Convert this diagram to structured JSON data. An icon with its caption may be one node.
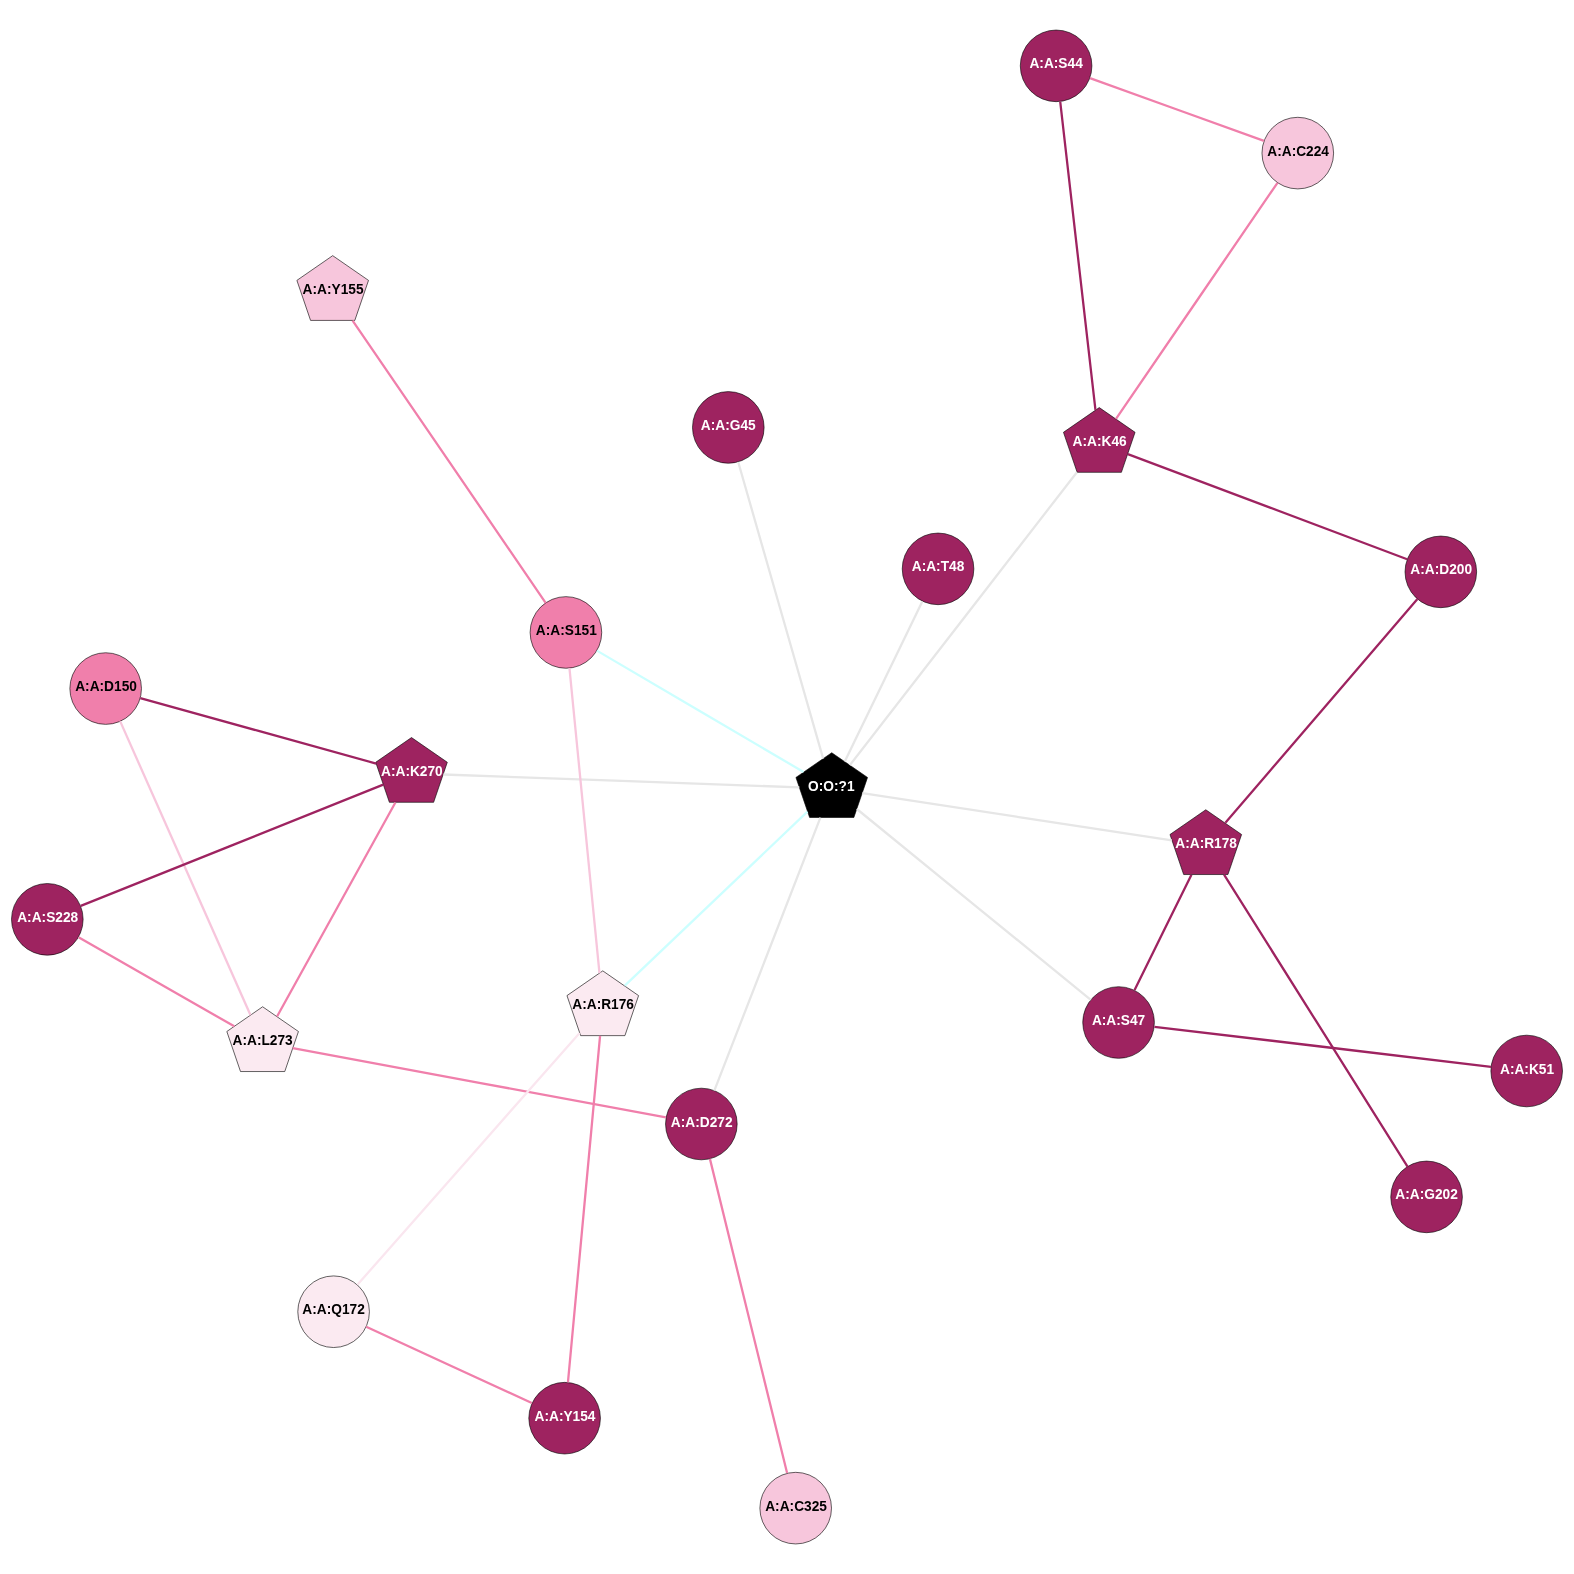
{
  "diagram": {
    "nodes": [
      {
        "text": [
          "A:A:S44"
        ]
      },
      {
        "text": [
          "A:A:D200"
        ]
      },
      {
        "text": [
          "A:A:C325"
        ]
      },
      {
        "text": [
          "A:A:G45"
        ]
      },
      {
        "text": [
          "A:A:L273"
        ]
      },
      {
        "text": [
          "A:A:C224"
        ]
      },
      {
        "text": [
          "A:A:D272"
        ]
      },
      {
        "text": [
          "A:A:K46"
        ]
      },
      {
        "text": [
          "A:A:K270"
        ]
      },
      {
        "text": [
          "A:A:S47"
        ]
      },
      {
        "text": [
          "O:O:?1"
        ]
      },
      {
        "text": [
          "A:A:S228"
        ]
      },
      {
        "text": [
          "A:A:K51"
        ]
      },
      {
        "text": [
          "A:A:R178"
        ]
      },
      {
        "text": [
          "A:A:T48"
        ]
      },
      {
        "text": [
          "A:A:G202"
        ]
      },
      {
        "text": [
          "A:A:R176"
        ]
      },
      {
        "text": [
          "A:A:S151"
        ]
      },
      {
        "text": [
          "A:A:D150"
        ]
      },
      {
        "text": [
          "A:A:Y155"
        ]
      },
      {
        "text": [
          "A:A:Q172"
        ]
      },
      {
        "text": [
          "A:A:Y154"
        ]
      }
    ],
    "edges": [
      {
        "from": 0,
        "to": 7,
        "arrow": "none",
        "color": "#9e2360"
      },
      {
        "from": 0,
        "to": 5,
        "arrow": "none",
        "color": "#f07fab"
      },
      {
        "from": 1,
        "to": 7,
        "arrow": "none",
        "color": "#9e2360"
      },
      {
        "from": 1,
        "to": 13,
        "arrow": "none",
        "color": "#9e2360"
      },
      {
        "from": 2,
        "to": 6,
        "arrow": "none",
        "color": "#f07fab"
      },
      {
        "from": 4,
        "to": 6,
        "arrow": "none",
        "color": "#f07fab"
      },
      {
        "from": 4,
        "to": 8,
        "arrow": "none",
        "color": "#f07fab"
      },
      {
        "from": 4,
        "to": 11,
        "arrow": "none",
        "color": "#f07fab"
      },
      {
        "from": 4,
        "to": 18,
        "arrow": "none",
        "color": "#f7c6dc"
      },
      {
        "from": 5,
        "to": 7,
        "arrow": "none",
        "color": "#f07fab"
      },
      {
        "from": 3,
        "to": 10,
        "arrow": "none",
        "color": "#e6e6e6"
      },
      {
        "from": 6,
        "to": 10,
        "arrow": "none",
        "color": "#e6e6e6"
      },
      {
        "from": 7,
        "to": 10,
        "arrow": "none",
        "color": "#e6e6e6"
      },
      {
        "from": 8,
        "to": 10,
        "arrow": "none",
        "color": "#e6e6e6"
      },
      {
        "from": 8,
        "to": 11,
        "arrow": "none",
        "color": "#9e2360"
      },
      {
        "from": 8,
        "to": 18,
        "arrow": "none",
        "color": "#9e2360"
      },
      {
        "from": 9,
        "to": 10,
        "arrow": "none",
        "color": "#e6e6e6"
      },
      {
        "from": 9,
        "to": 12,
        "arrow": "none",
        "color": "#9e2360"
      },
      {
        "from": 9,
        "to": 13,
        "arrow": "none",
        "color": "#9e2360"
      },
      {
        "from": 10,
        "to": 13,
        "arrow": "none",
        "color": "#e6e6e6"
      },
      {
        "from": 10,
        "to": 14,
        "arrow": "none",
        "color": "#e6e6e6"
      },
      {
        "from": 10,
        "to": 16,
        "arrow": "none",
        "color": "#ccffff"
      },
      {
        "from": 10,
        "to": 17,
        "arrow": "none",
        "color": "#ccffff"
      },
      {
        "from": 13,
        "to": 15,
        "arrow": "none",
        "color": "#9e2360"
      },
      {
        "from": 16,
        "to": 17,
        "arrow": "none",
        "color": "#f7c6dc"
      },
      {
        "from": 16,
        "to": 20,
        "arrow": "none",
        "color": "#fae6ef"
      },
      {
        "from": 16,
        "to": 21,
        "arrow": "none",
        "color": "#f07fab"
      },
      {
        "from": 17,
        "to": 19,
        "arrow": "none",
        "color": "#f07fab"
      },
      {
        "from": 20,
        "to": 21,
        "arrow": "none",
        "color": "#f07fab"
      }
    ]
  }
}
